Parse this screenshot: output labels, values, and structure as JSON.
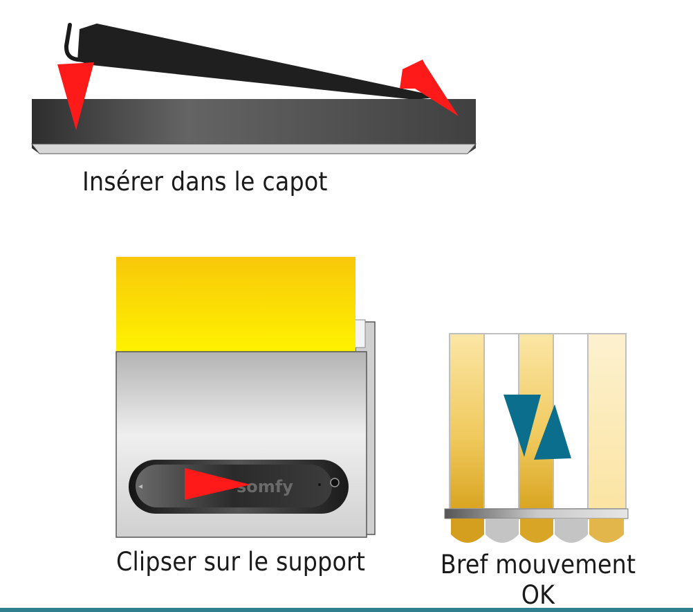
{
  "captions": {
    "insert": "Insérer dans le capot",
    "clip": "Clipser sur le support",
    "bref_line1": "Bref mouvement",
    "bref_line2": "OK"
  },
  "logo_text": "somfy",
  "colors": {
    "arrow_red": "#ff1a1a",
    "arrow_blue": "#0a6e8c",
    "hood_dark": "#3a3a3a",
    "bar_black": "#1f1f1f",
    "yellow": "#fcd20a",
    "stripe_gold": "#e7b934",
    "bottom_bar": "#2f7f8f"
  }
}
